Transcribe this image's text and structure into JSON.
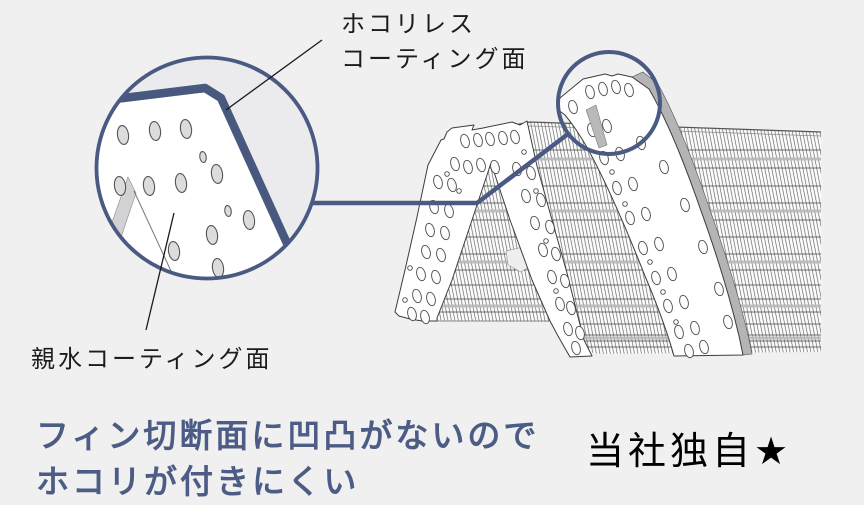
{
  "page": {
    "type": "product-feature-diagram",
    "background": "#f0f0f1",
    "subject": "air-conditioner heat-exchanger fin coating"
  },
  "colors": {
    "accent_blue": "#4a5a82",
    "coating_band_blue": "#48587f",
    "caption_blue": "#4c5c85",
    "label_text": "#1c1c1c",
    "badge_text": "#000000",
    "fin_white": "#ffffff",
    "cut_edge_gray": "#b4b4b7",
    "hatch_line": "#5a5a5a"
  },
  "labels": {
    "top": {
      "line1": "ホコリレス",
      "line2": "コーティング面"
    },
    "bottom": "親水コーティング面"
  },
  "caption": {
    "line1": "フィン切断面に凹凸がないので",
    "line2": "ホコリが付きにくい"
  },
  "badge": {
    "text": "当社独自★"
  },
  "icons": {
    "magnifier_circle": "magnifier-circle",
    "highlight_circle": "highlight-circle",
    "connector_line": "connector-line",
    "leader_lines": "leader-line"
  }
}
